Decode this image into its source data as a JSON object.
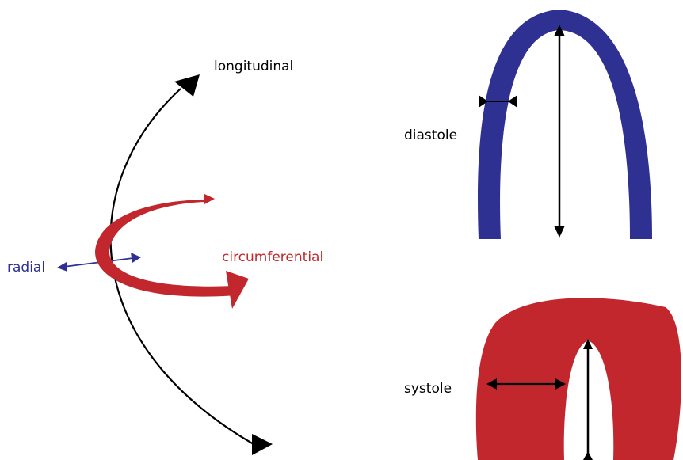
{
  "labels": {
    "longitudinal": "longitudinal",
    "radial": "radial",
    "circumferential": "circumferential",
    "diastole": "diastole",
    "systole": "systole"
  },
  "colors": {
    "longitudinal": "#000000",
    "radial": "#2e3192",
    "circumferential": "#c1272d",
    "diastole_wall": "#2e3192",
    "systole_wall": "#c1272d",
    "text": "#000000"
  }
}
